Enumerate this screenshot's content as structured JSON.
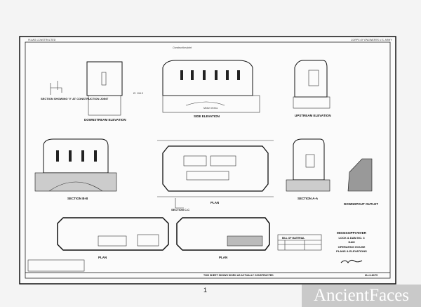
{
  "sheet": {
    "header_left": "PLANS CONSTRUCTED",
    "header_right": "CORPS OF ENGINEERS U.S. ARMY",
    "views": {
      "section_v_joint": "SECTION SHOWING 'V' AT CONSTRUCTION JOINT",
      "downstream_elevation": "DOWNSTREAM ELEVATION",
      "side_elevation": "SIDE ELEVATION",
      "upstream_elevation": "UPSTREAM ELEVATION",
      "section_bb": "SECTION B-B",
      "plan_main": "PLAN",
      "section_aa": "SECTION A-A",
      "downspout_outlet": "DOWNSPOUT OUTLET",
      "section_cc": "SECTION C-C",
      "plan_left": "PLAN",
      "plan_right": "PLAN"
    },
    "notes": {
      "construction_joint": "Construction joint",
      "motor_recess": "Motor recess",
      "el": "El. 194.5"
    },
    "bill_of_material": "BILL OF MATERIAL",
    "title_block": {
      "line1": "MISSISSIPPI RIVER",
      "line2": "LOCK & DAM NO. 3",
      "line3": "DAM",
      "line4": "OPERATING HOUSE",
      "line5": "PLANS & ELEVATIONS"
    },
    "footer": "THIS SHEET SHOWS WORK AS ACTUALLY CONSTRUCTED",
    "sheet_number": "M-L3-40/75"
  },
  "page_number": "1",
  "watermark": "AncientFaces"
}
